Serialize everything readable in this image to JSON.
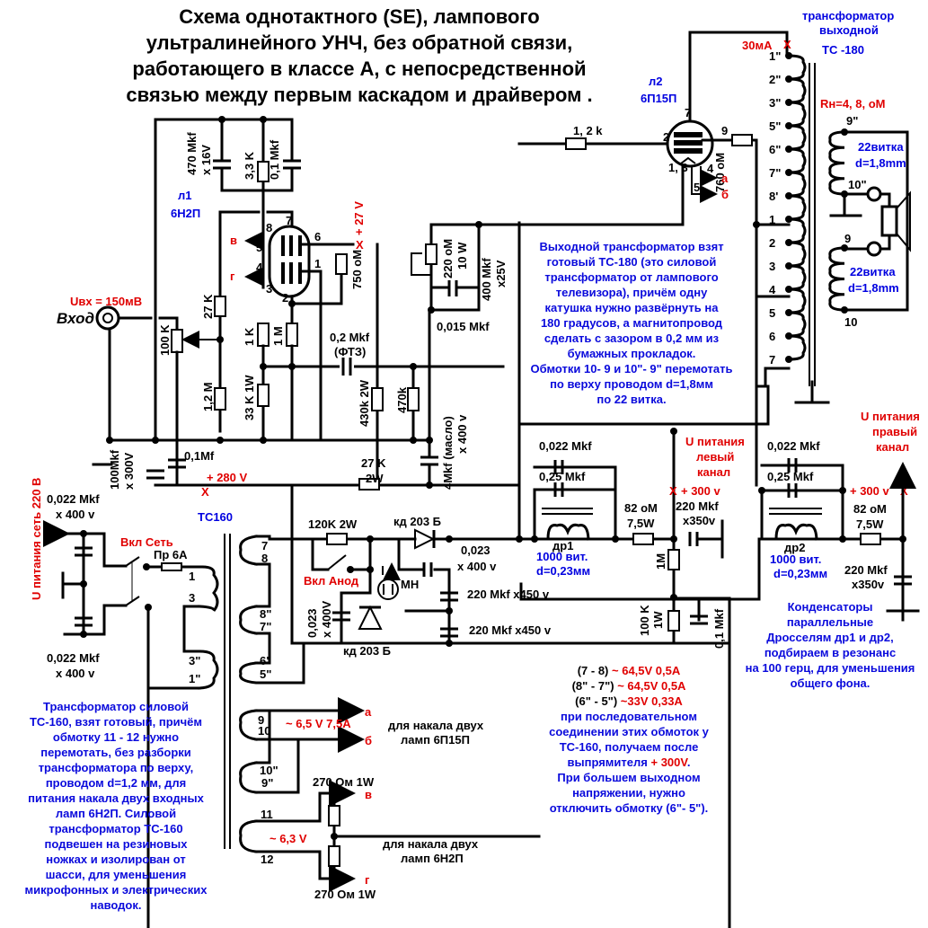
{
  "title": {
    "lines": [
      "Схема однотактного (SE), лампового",
      "ультралинейного УНЧ, без обратной  связи,",
      "работающего в классе А, с непосредственной",
      "связью между первым каскадом и драйвером ."
    ]
  },
  "colors": {
    "wire": "#000000",
    "accent_red": "#e00000",
    "accent_blue": "#0a0adc",
    "background": "#ffffff"
  },
  "tubes": {
    "l1": {
      "name": "л1",
      "type": "6Н2П",
      "pins": [
        "7",
        "8",
        "5",
        "4",
        "3",
        "2",
        "6",
        "1"
      ]
    },
    "l2": {
      "name": "л2",
      "type": "6П15П",
      "pins": [
        "7",
        "2",
        "9",
        "1, 3",
        "4",
        "5"
      ]
    }
  },
  "input": {
    "label": "Вход",
    "voltage": "Uвх = 150мВ"
  },
  "voltages": {
    "v27": "+ 27 V",
    "v280": "+ 280 V",
    "ma30": "30мА",
    "v300_left": "+ 300 v",
    "v300_right": "+ 300 v",
    "left_channel": [
      "U питания",
      "левый",
      "канал"
    ],
    "right_channel": [
      "U питания",
      "правый",
      "канал"
    ],
    "mains": "U питания  сеть  220 В"
  },
  "components": {
    "c470": [
      "470 Mkf",
      "x 16V"
    ],
    "r3k3": "3,3 K",
    "c01a": "0,1 Mkf",
    "r27k": "27 K",
    "r100k_pot": "100 K",
    "r12m": "1,2 M",
    "r1k": "1 K",
    "r1m": "1 M",
    "r33k": "33 K 1W",
    "r750": "750 oM",
    "c02": [
      "0,2 Mkf",
      "(ФТЗ)"
    ],
    "r430k": "430k 2W",
    "r470k": "470k",
    "c4mkf": [
      "4Mkf (масло)",
      "x 400 v"
    ],
    "r27k2w": [
      "27 K",
      "2W"
    ],
    "c100mkf": [
      "100Mkf",
      "x 300V"
    ],
    "c01mf": "0,1Mf",
    "r12k": "1, 2 k",
    "r220": [
      "220 oM",
      "10 W"
    ],
    "c400": [
      "400 Mkf",
      "x25V"
    ],
    "c0015": "0,015 Mkf",
    "r760": "760 oM",
    "r120k": "120K 2W",
    "kd203_top": "кд 203  Б",
    "kd203_bot": "кд 203  Б",
    "c0023a": [
      "0,023",
      "x 400 v"
    ],
    "c0023b": [
      "0,023",
      "x 400V"
    ],
    "c220_450a": "220 Mkf x450 v",
    "c220_450b": "220 Mkf x450 v",
    "mn": "МН",
    "vkl_anod": "Вкл Анод",
    "dr1_caps": [
      "0,022 Mkf",
      "0,25  Mkf"
    ],
    "dr1": [
      "др1",
      "1000 вит.",
      "d=0,23мм"
    ],
    "r82_left": [
      "82 oM",
      "7,5W"
    ],
    "c220_350_left": [
      "220 Mkf",
      "x350v"
    ],
    "r1m_b": "1M",
    "r100k_1w": [
      "100 K",
      "1W"
    ],
    "c01_mkf_b": "0,1 Mkf",
    "dr2_caps": [
      "0,022 Mkf",
      "0,25  Mkf"
    ],
    "dr2": [
      "др2",
      "1000 вит.",
      "d=0,23мм"
    ],
    "r82_right": [
      "82 oM",
      "7,5W"
    ],
    "c220_350_right": [
      "220 Mkf",
      "x350v"
    ],
    "mains_caps": [
      "0,022 Mkf",
      "x 400 v"
    ],
    "vkl_set": "Вкл Сеть",
    "fuse": "Пр 6А",
    "r270a": "270 Ом 1W",
    "r270b": "270 Ом 1W"
  },
  "output_transformer": {
    "title": [
      "трансформатор",
      "выходной",
      "ТС -180"
    ],
    "load": "Rн=4, 8, оМ",
    "pins_primary": [
      "1\"",
      "2\"",
      "3\"",
      "5\"",
      "6\"",
      "7\"",
      "8'",
      "1",
      "2",
      "3",
      "4",
      "5",
      "6",
      "7"
    ],
    "sec_top": {
      "pins": [
        "9\"",
        "10\""
      ],
      "turns": [
        "22витка",
        "d=1,8mm"
      ]
    },
    "sec_bot": {
      "pins": [
        "9",
        "10"
      ],
      "turns": [
        "22витка",
        "d=1,8mm"
      ]
    }
  },
  "power_transformer": {
    "title": "ТС160",
    "pins": [
      "1",
      "3",
      "3\"",
      "1\"",
      "7",
      "8",
      "8\"",
      "7\"",
      "6\"",
      "5\"",
      "9",
      "10",
      "10\"",
      "9\"",
      "11",
      "12"
    ],
    "heater_65": "~ 6,5 V 7,5A",
    "heater_63": "~ 6,3 V",
    "out_a": "а",
    "out_b": "б",
    "out_v": "в",
    "out_g": "г",
    "heater_6p15p": [
      "для накала  двух",
      "ламп 6П15П"
    ],
    "heater_6n2p": [
      "для накала двух",
      "ламп 6Н2П"
    ]
  },
  "notes": {
    "output_tr": [
      "Выходной трансформатор  взят",
      "готовый ТС-180 (это силовой",
      "трансформатор от лампового",
      "телевизора),  причём одну",
      "катушка нужно развёрнуть  на",
      "180 градусов, а  магнитопровод",
      "сделать с зазором в 0,2 мм из",
      "бумажных прокладок.",
      "Обмотки 10- 9 и 10\"- 9\" перемотать",
      "по верху проводом d=1,8мм",
      "по 22 витка."
    ],
    "power_tr": [
      "Трансформатор силовой",
      "ТС-160, взят готовый, причём",
      "обмотку  11 - 12  нужно",
      "перемотать, без разборки",
      "трансформатора по верху,",
      "проводом d=1,2 мм, для",
      "питания накала двух входных",
      "ламп 6Н2П. Силовой",
      "трансформатор ТС-160",
      "подвешен на резиновых",
      "ножках и изолирован  от",
      "шасси, для уменьшения",
      "микрофонных и электрических",
      "наводок."
    ],
    "windings": {
      "w78": [
        "(7 - 8)",
        "~ 64,5V 0,5A"
      ],
      "w87": [
        "(8\" - 7\")",
        "~ 64,5V 0,5A"
      ],
      "w65": [
        "(6\" - 5\")",
        "~33V 0,33A"
      ],
      "lines": [
        "при последовательном",
        "соединении этих обмоток у",
        "ТС-160, получаем после"
      ],
      "rect_prefix": "выпрямителя",
      "rect_value": "+ 300V",
      "tail": [
        "При большем выходном",
        "напряжении, нужно",
        "отключить обмотку (6\"- 5\")."
      ]
    },
    "chokes": [
      "Конденсаторы",
      "параллельные",
      "Дросселям др1 и др2,",
      "подбираем в резонанс",
      "на 100 герц, для уменьшения",
      "общего фона."
    ]
  }
}
